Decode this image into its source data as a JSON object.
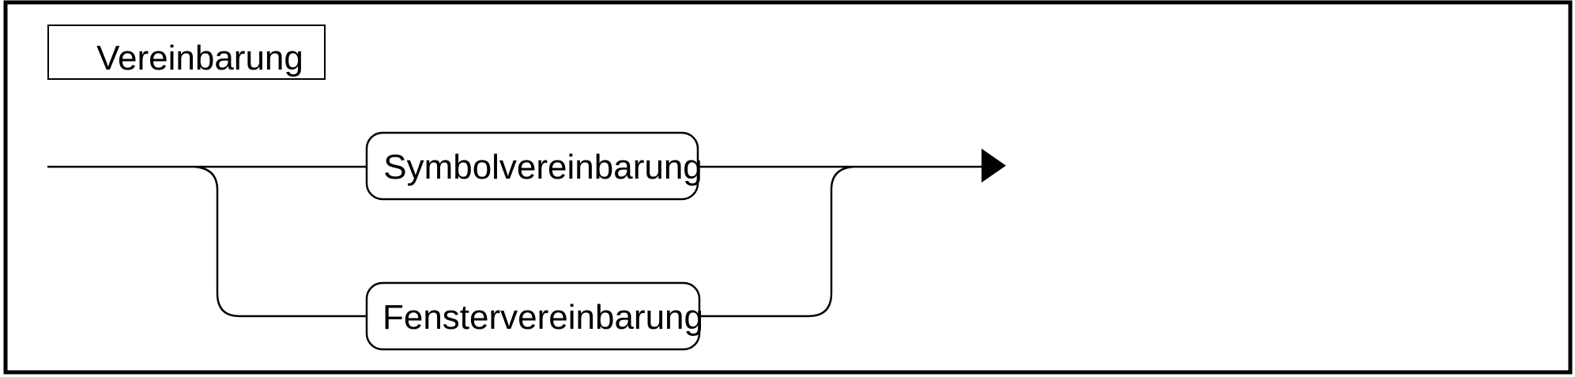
{
  "diagram": {
    "type": "railroad-syntax-diagram",
    "title": "Vereinbarung",
    "alternatives": [
      {
        "label": "Symbolvereinbarung"
      },
      {
        "label": "Fenstervereinbarung"
      }
    ],
    "arrow": {
      "shape": "filled-right-triangle"
    },
    "colors": {
      "line": "#000000",
      "background": "#ffffff",
      "text": "#000000",
      "arrow_fill": "#000000"
    }
  }
}
